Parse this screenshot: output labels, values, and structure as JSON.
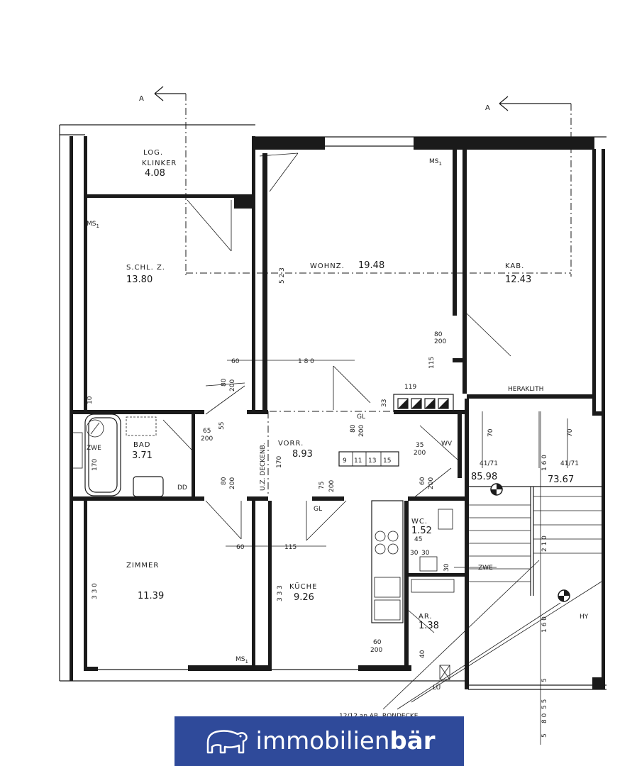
{
  "section_marker": "A",
  "rooms": {
    "loggia": {
      "name_line1": "LOG.",
      "name_line2": "KLINKER",
      "area": "4.08"
    },
    "schlafzimmer": {
      "name": "S.CHL. Z.",
      "area": "13.80"
    },
    "wohnzimmer": {
      "name": "WOHNZ.",
      "area": "19.48"
    },
    "kabinett": {
      "name": "KAB.",
      "area": "12.43"
    },
    "bad": {
      "name": "BAD",
      "area": "3.71"
    },
    "vorraum": {
      "name": "VORR.",
      "area": "8.93"
    },
    "zimmer": {
      "name": "ZIMMER",
      "area": "11.39"
    },
    "kueche": {
      "name": "KÜCHE",
      "area": "9.26"
    },
    "wc": {
      "name": "WC.",
      "area": "1.52"
    },
    "abstellraum": {
      "name": "AR.",
      "area": "1.38"
    }
  },
  "labels": {
    "ms1": "MS",
    "ms1_sub": "1",
    "heraklith": "HERAKLITH",
    "zwe": "ZWE",
    "dd": "DD",
    "wv": "WV",
    "gl": "GL",
    "hy": "HY",
    "lu": "LÜ",
    "deckenbalken": "U.Z. DECKENB.",
    "deckenhinweis": "12/12 an AB. RONDECKE",
    "elevation_1": "85.98",
    "elevation_2": "73.67",
    "stair_mark_1": "41/71",
    "stair_mark_2": "41/71",
    "steps": [
      "9",
      "11",
      "13",
      "15"
    ]
  },
  "dimensions": {
    "d_523": "5 2 3",
    "d_60a": "60",
    "d_180": "1 8 0",
    "d_80a": "80",
    "d_200a": "200",
    "d_115a": "115",
    "d_119": "119",
    "d_33": "33",
    "d_80b": "80",
    "d_200b": "200",
    "d_10": "10",
    "d_65": "65",
    "d_200c": "200",
    "d_55": "55",
    "d_170a": "170",
    "d_170b": "170",
    "d_80c": "80",
    "d_200d": "200",
    "d_35": "35",
    "d_200e": "200",
    "d_80d": "80",
    "d_200f": "200",
    "d_75": "75",
    "d_200g": "200",
    "d_60b": "60",
    "d_200h": "200",
    "d_45": "45",
    "d_30a": "30",
    "d_30b": "30",
    "d_30c": "30",
    "d_60c": "60",
    "d_115b": "115",
    "d_330": "3 3 0",
    "d_333": "3 3 3",
    "d_60d": "60",
    "d_200i": "200",
    "d_40": "40",
    "d_70a": "70",
    "d_70b": "70",
    "d_160a": "1 6 0",
    "d_210": "2 1 0",
    "d_160b": "1 6 0",
    "d_5": "5",
    "d_55b": "5 5",
    "d_80e": "8 0",
    "d_5b": "5"
  },
  "brand": {
    "part1": "immobilien",
    "part2": "bär"
  },
  "colors": {
    "brand_bg": "#2f4a9a",
    "ink": "#1a1a1a"
  }
}
